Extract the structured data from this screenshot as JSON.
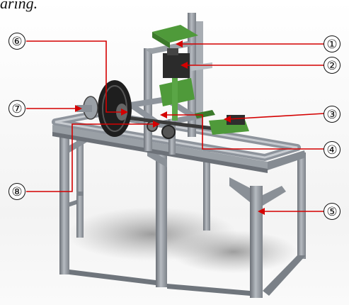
{
  "caption": "aring.",
  "callouts": [
    {
      "id": 1,
      "label": "①"
    },
    {
      "id": 2,
      "label": "②"
    },
    {
      "id": 3,
      "label": "③"
    },
    {
      "id": 4,
      "label": "④"
    },
    {
      "id": 5,
      "label": "⑤"
    },
    {
      "id": 6,
      "label": "⑥"
    },
    {
      "id": 7,
      "label": "⑦"
    },
    {
      "id": 8,
      "label": "⑧"
    }
  ],
  "colors": {
    "leader": "#d40000",
    "frame": "#8e949c",
    "frame_dark": "#5c6168",
    "green": "#4f9a3a",
    "wheel": "#222222"
  }
}
